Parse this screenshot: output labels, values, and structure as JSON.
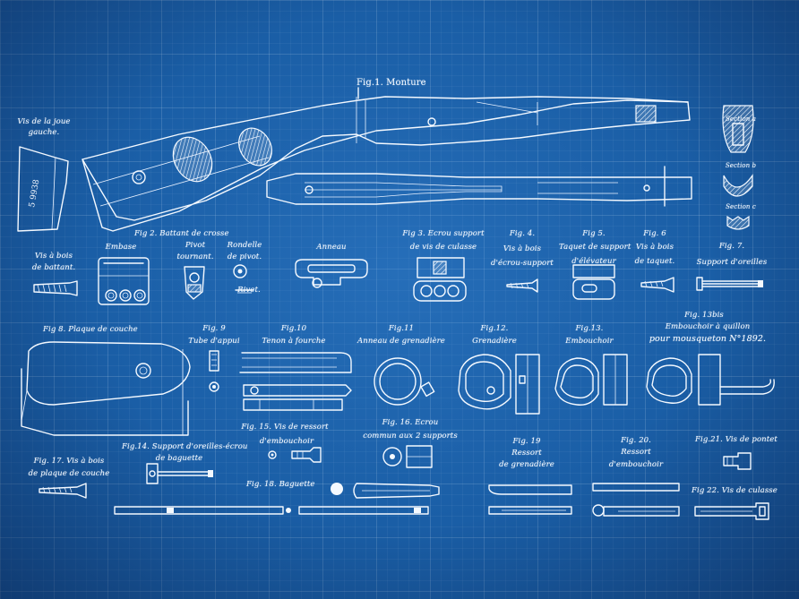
{
  "labels": {
    "fig1": "Fig.1. Monture",
    "vis_joue_1": "Vis de la joue",
    "vis_joue_2": "gauche.",
    "serial": "5 9938",
    "sec_a": "Section a",
    "sec_b": "Section b",
    "sec_c": "Section c",
    "fig2": "Fig 2. Battant de crosse",
    "embase": "Embase",
    "pivot_1": "Pivot",
    "pivot_2": "tournant.",
    "rondelle_1": "Rondelle",
    "rondelle_2": "de pivot.",
    "rivet": "Rivet.",
    "anneau": "Anneau",
    "vis_battant_1": "Vis à bois",
    "vis_battant_2": "de battant.",
    "fig3_1": "Fig 3. Ecrou support",
    "fig3_2": "de vis de culasse",
    "fig4_1": "Fig. 4.",
    "fig4_2": "Vis à bois",
    "fig4_3": "d'écrou-support",
    "fig5_1": "Fig 5.",
    "fig5_2": "Taquet de support",
    "fig5_3": "d'élévateur",
    "fig6_1": "Fig. 6",
    "fig6_2": "Vis à bois",
    "fig6_3": "de taquet.",
    "fig7_1": "Fig. 7.",
    "fig7_2": "Support d'oreilles",
    "fig8": "Fig 8. Plaque de couche",
    "fig9_1": "Fig. 9",
    "fig9_2": "Tube d'appui",
    "fig10_1": "Fig.10",
    "fig10_2": "Tenon à fourche",
    "fig11_1": "Fig.11",
    "fig11_2": "Anneau de grenadière",
    "fig12_1": "Fig.12.",
    "fig12_2": "Grenadière",
    "fig13_1": "Fig.13.",
    "fig13_2": "Embouchoir",
    "fig13b_1": "Fig. 13bis",
    "fig13b_2": "Embouchoir à quillon",
    "fig13b_3": "pour mousqueton N°1892.",
    "fig15_1": "Fig. 15. Vis de ressort",
    "fig15_2": "d'embouchoir",
    "fig16_1": "Fig. 16. Ecrou",
    "fig16_2": "commun aux 2 supports",
    "fig14_1": "Fig.14.  Support d'oreilles-écrou",
    "fig14_2": "de baguette",
    "fig17_1": "Fig. 17. Vis à bois",
    "fig17_2": "de plaque de couche",
    "fig18": "Fig. 18. Baguette",
    "fig19_1": "Fig. 19",
    "fig19_2": "Ressort",
    "fig19_3": "de grenadière",
    "fig20_1": "Fig. 20.",
    "fig20_2": "Ressort",
    "fig20_3": "d'embouchoir",
    "fig21": "Fig.21. Vis de pontet",
    "fig22": "Fig 22. Vis de culasse"
  },
  "colors": {
    "paper": "#1a5ea6",
    "ink": "#f4f9ff",
    "grid": "#4a86c4"
  }
}
